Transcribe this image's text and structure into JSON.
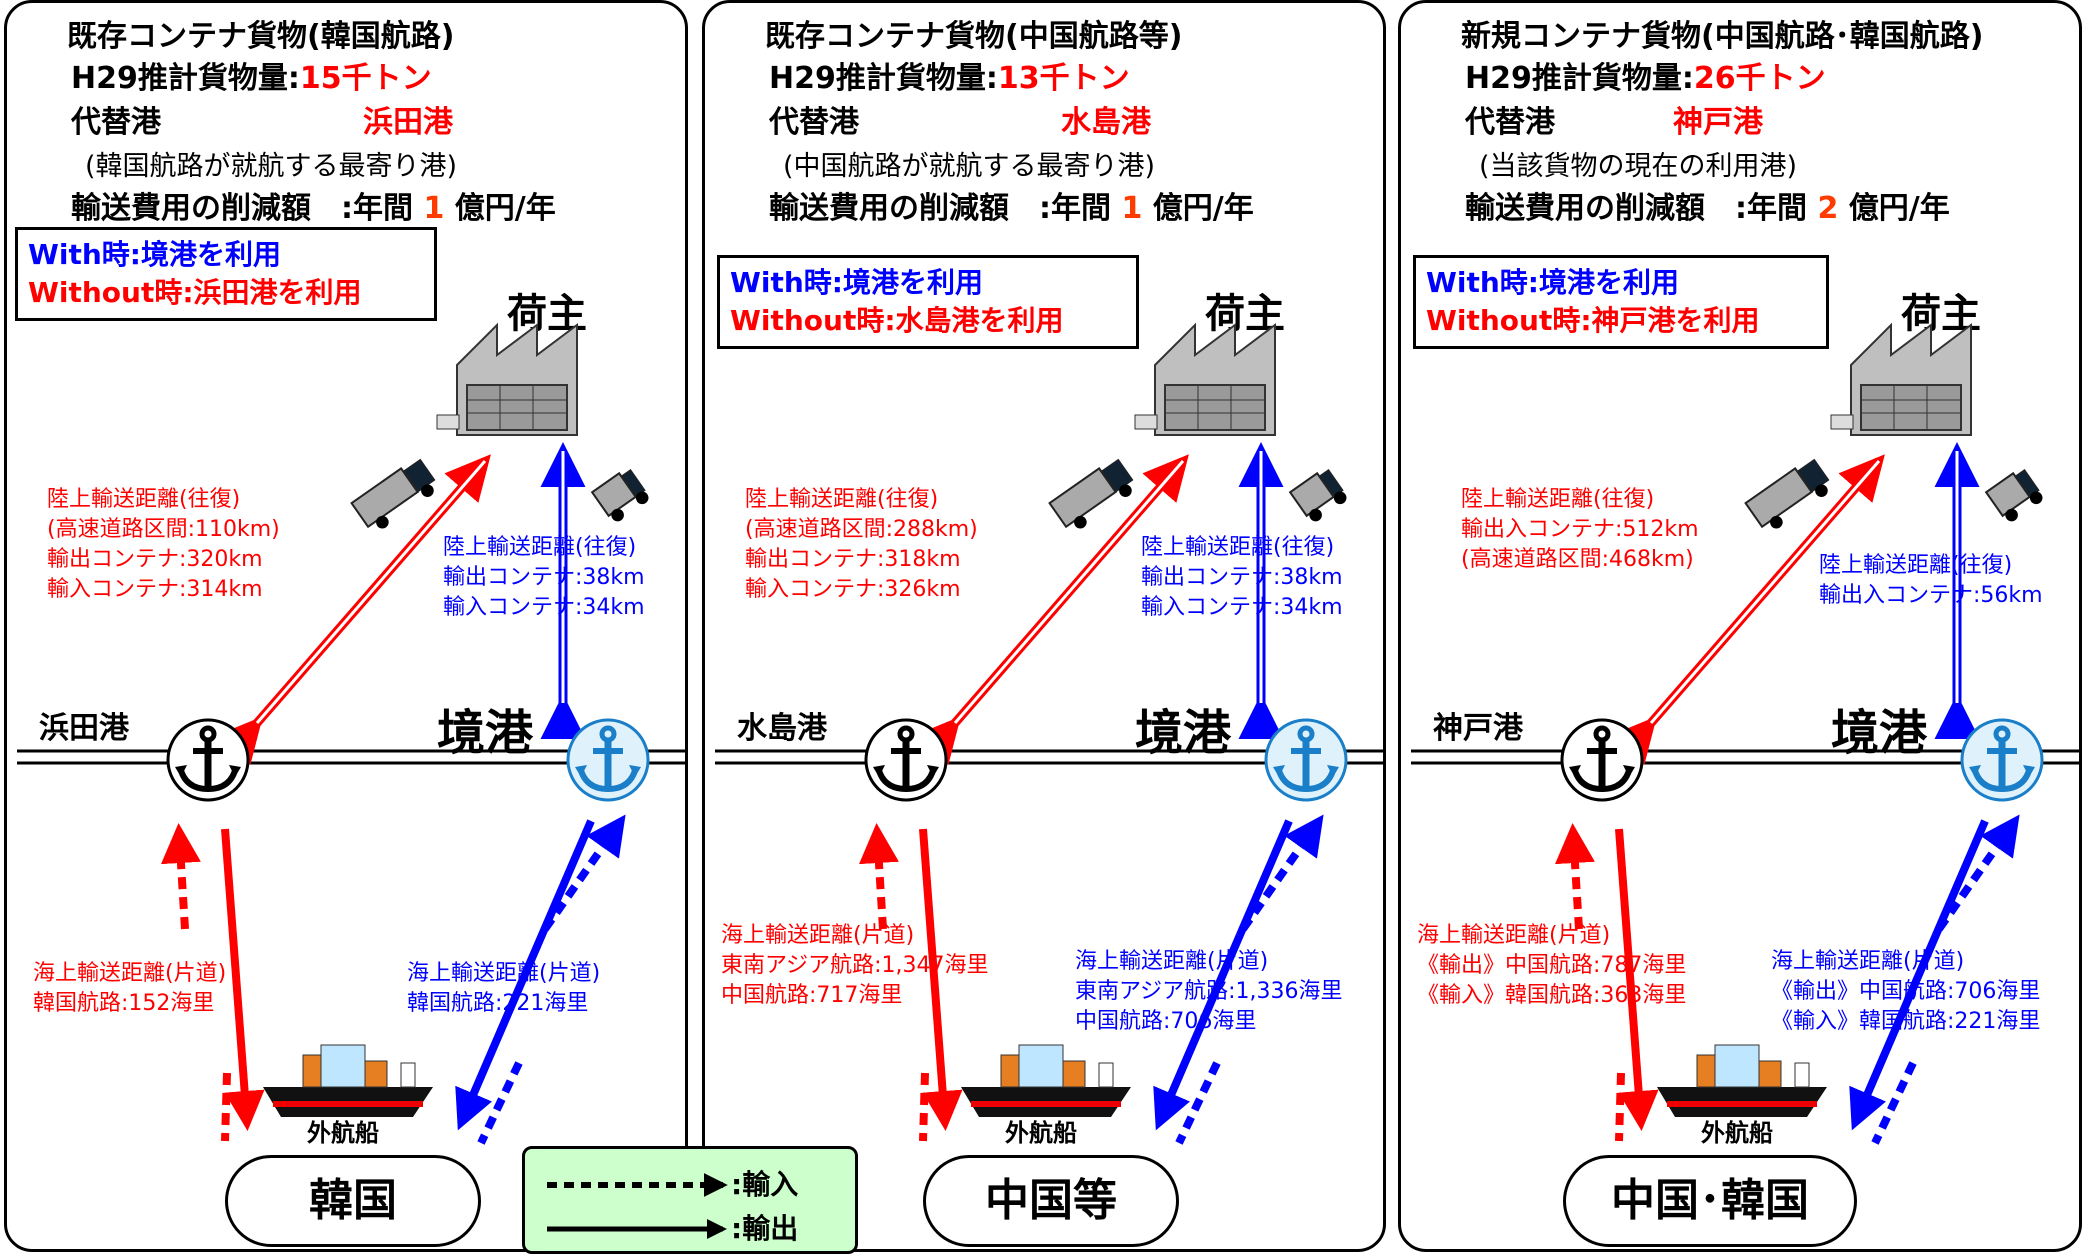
{
  "panels": [
    {
      "title": "既存コンテナ貨物(韓国航路)",
      "volume_label": "H29推計貨物量",
      "volume_value": "15千トン",
      "alt_label": "代替港",
      "alt_value": "浜田港",
      "alt_note": "(韓国航路が就航する最寄り港)",
      "cost_label": "輸送費用の削減額",
      "cost_prefix": ":年間",
      "cost_value": "1",
      "cost_unit": "億円/年",
      "with_text": "With時:境港を利用",
      "without_text": "Without時:浜田港を利用",
      "shipper": "荷主",
      "alt_port": "浜田港",
      "main_port": "境港",
      "land_red": [
        "陸上輸送距離(往復)",
        "(高速道路区間:110km)",
        "輸出コンテナ:320km",
        "輸入コンテナ:314km"
      ],
      "land_blue": [
        "陸上輸送距離(往復)",
        "輸出コンテナ:38km",
        "輸入コンテナ:34km"
      ],
      "sea_red": [
        "海上輸送距離(片道)",
        "韓国航路:152海里"
      ],
      "sea_blue": [
        "海上輸送距離(片道)",
        "韓国航路:221海里"
      ],
      "ship_label": "外航船",
      "destination": "韓国"
    },
    {
      "title": "既存コンテナ貨物(中国航路等)",
      "volume_label": "H29推計貨物量",
      "volume_value": "13千トン",
      "alt_label": "代替港",
      "alt_value": "水島港",
      "alt_note": "(中国航路が就航する最寄り港)",
      "cost_label": "輸送費用の削減額",
      "cost_prefix": ":年間",
      "cost_value": "1",
      "cost_unit": "億円/年",
      "with_text": "With時:境港を利用",
      "without_text": "Without時:水島港を利用",
      "shipper": "荷主",
      "alt_port": "水島港",
      "main_port": "境港",
      "land_red": [
        "陸上輸送距離(往復)",
        "(高速道路区間:288km)",
        "輸出コンテナ:318km",
        "輸入コンテナ:326km"
      ],
      "land_blue": [
        "陸上輸送距離(往復)",
        "輸出コンテナ:38km",
        "輸入コンテナ:34km"
      ],
      "sea_red": [
        "海上輸送距離(片道)",
        "東南アジア航路:1,347海里",
        "中国航路:717海里"
      ],
      "sea_blue": [
        "海上輸送距離(片道)",
        "東南アジア航路:1,336海里",
        "中国航路:706海里"
      ],
      "ship_label": "外航船",
      "destination": "中国等"
    },
    {
      "title": "新規コンテナ貨物(中国航路･韓国航路)",
      "volume_label": "H29推計貨物量",
      "volume_value": "26千トン",
      "alt_label": "代替港",
      "alt_value": "神戸港",
      "alt_note": "(当該貨物の現在の利用港)",
      "cost_label": "輸送費用の削減額",
      "cost_prefix": ":年間",
      "cost_value": "2",
      "cost_unit": "億円/年",
      "with_text": "With時:境港を利用",
      "without_text": "Without時:神戸港を利用",
      "shipper": "荷主",
      "alt_port": "神戸港",
      "main_port": "境港",
      "land_red": [
        "陸上輸送距離(往復)",
        "輸出入コンテナ:512km",
        "(高速道路区間:468km)"
      ],
      "land_blue": [
        "陸上輸送距離(往復)",
        "輸出入コンテナ:56km"
      ],
      "sea_red": [
        "海上輸送距離(片道)",
        "《輸出》中国航路:787海里",
        "《輸入》韓国航路:363海里"
      ],
      "sea_blue": [
        "海上輸送距離(片道)",
        "《輸出》中国航路:706海里",
        "《輸入》韓国航路:221海里"
      ],
      "ship_label": "外航船",
      "destination": "中国･韓国"
    }
  ],
  "legend": {
    "import_label": ":輸入",
    "export_label": ":輸出"
  },
  "colors": {
    "red": "#ff0000",
    "blue": "#0000ff",
    "factory": "#bfbfbf",
    "legend_bg": "#ccffcc"
  }
}
